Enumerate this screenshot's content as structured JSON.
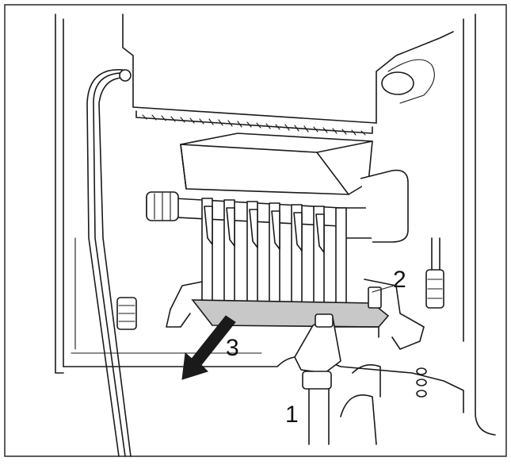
{
  "figure": {
    "callouts": [
      "1",
      "2",
      "3"
    ]
  },
  "colors": {
    "line": "#1a1a1a",
    "background": "#ffffff",
    "highlight_bar": "#c8c8c8",
    "arrow": "#1a1a1a"
  },
  "icons": {
    "removal_arrow": "arrow-down-left-icon"
  }
}
